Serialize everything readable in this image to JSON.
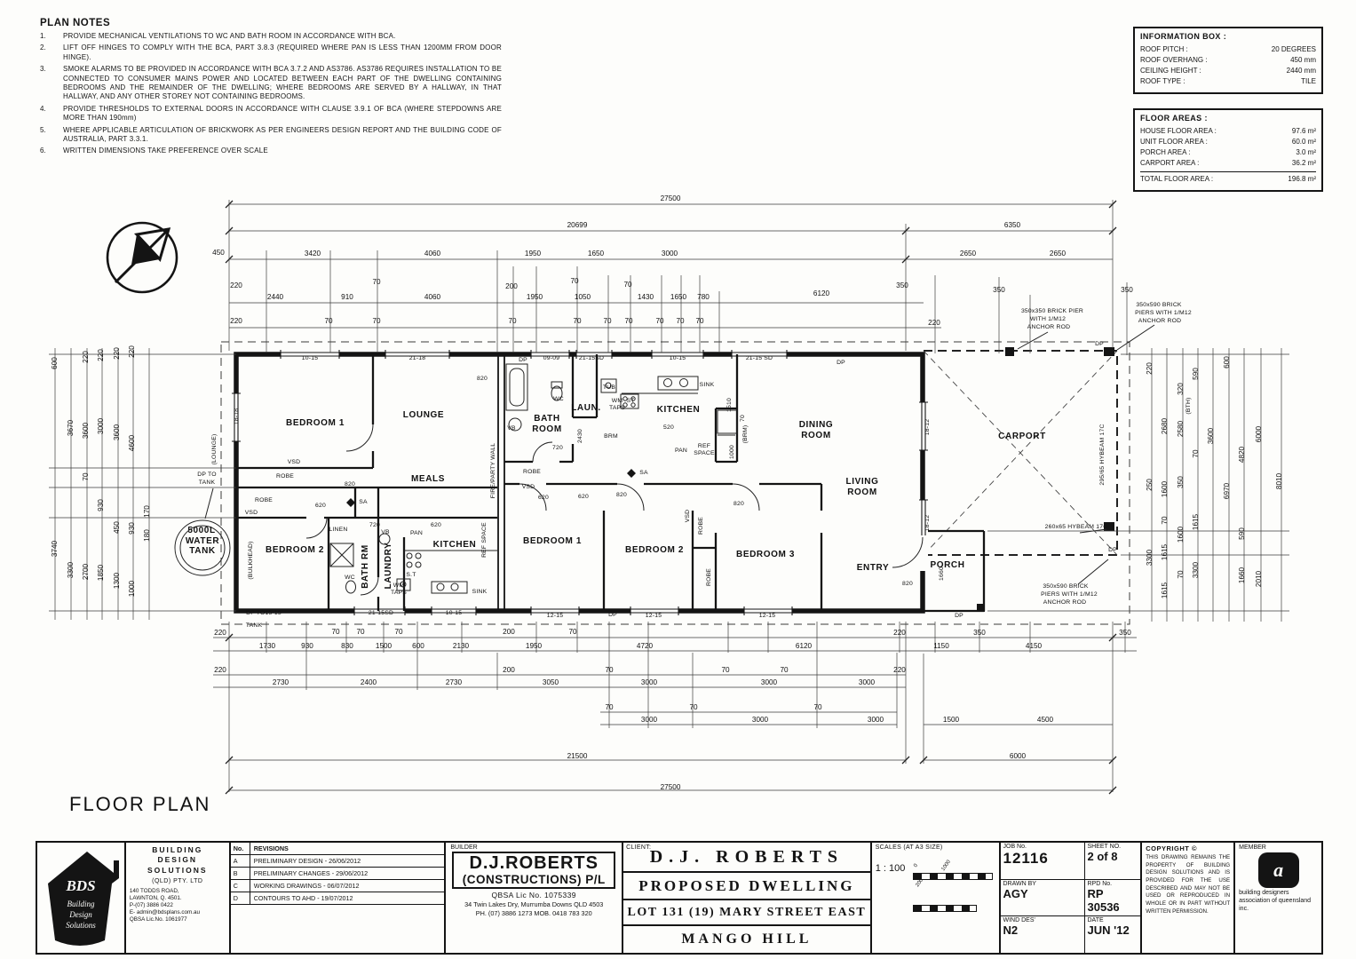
{
  "page": {
    "title": "FLOOR PLAN"
  },
  "plan_notes": {
    "title": "PLAN NOTES",
    "items": [
      {
        "num": "1.",
        "text": "PROVIDE MECHANICAL VENTILATIONS TO WC AND BATH ROOM IN ACCORDANCE WITH BCA."
      },
      {
        "num": "2.",
        "text": "LIFT OFF HINGES TO COMPLY WITH THE BCA, PART 3.8.3 (REQUIRED WHERE PAN IS LESS THAN 1200MM FROM DOOR HINGE)."
      },
      {
        "num": "3.",
        "text": "SMOKE ALARMS TO BE PROVIDED IN ACCORDANCE WITH BCA 3.7.2 AND AS3786. AS3786 REQUIRES INSTALLATION TO BE CONNECTED TO CONSUMER MAINS POWER AND LOCATED BETWEEN EACH PART OF THE DWELLING CONTAINING BEDROOMS AND THE REMAINDER OF THE DWELLING; WHERE BEDROOMS ARE SERVED BY A HALLWAY, IN THAT HALLWAY, AND ANY OTHER STOREY NOT CONTAINING BEDROOMS."
      },
      {
        "num": "4.",
        "text": "PROVIDE THRESHOLDS TO EXTERNAL DOORS IN ACCORDANCE WITH CLAUSE 3.9.1 OF BCA (WHERE STEPDOWNS ARE MORE THAN 190mm)"
      },
      {
        "num": "5.",
        "text": "WHERE APPLICABLE ARTICULATION OF BRICKWORK AS PER ENGINEERS DESIGN REPORT AND THE BUILDING CODE OF AUSTRALIA, PART 3.3.1."
      },
      {
        "num": "6.",
        "text": "WRITTEN DIMENSIONS TAKE PREFERENCE OVER SCALE"
      }
    ]
  },
  "information_box": {
    "title": "INFORMATION BOX :",
    "rows": [
      {
        "label": "ROOF PITCH :",
        "value": "20 DEGREES"
      },
      {
        "label": "ROOF OVERHANG :",
        "value": "450 mm"
      },
      {
        "label": "CEILING HEIGHT :",
        "value": "2440 mm"
      },
      {
        "label": "ROOF TYPE :",
        "value": "TILE"
      }
    ]
  },
  "floor_areas": {
    "title": "FLOOR AREAS :",
    "rows": [
      {
        "label": "HOUSE FLOOR AREA :",
        "value": "97.6 m²"
      },
      {
        "label": "UNIT FLOOR AREA :",
        "value": "60.0 m²"
      },
      {
        "label": "PORCH AREA :",
        "value": "3.0 m²"
      },
      {
        "label": "CARPORT AREA :",
        "value": "36.2 m²"
      }
    ],
    "total": {
      "label": "TOTAL FLOOR AREA :",
      "value": "196.8 m²"
    }
  },
  "drawing": {
    "rooms": [
      [
        "BEDROOM 1",
        355,
        479
      ],
      [
        "LOUNGE",
        477,
        470
      ],
      [
        "BATH",
        616,
        474
      ],
      [
        "ROOM",
        616,
        486
      ],
      [
        "LAUN.",
        660,
        462
      ],
      [
        "KITCHEN",
        764,
        464
      ],
      [
        "DINING",
        919,
        481
      ],
      [
        "ROOM",
        919,
        493
      ],
      [
        "CARPORT",
        1151,
        494
      ],
      [
        "MEALS",
        482,
        542
      ],
      [
        "LIVING",
        971,
        545
      ],
      [
        "ROOM",
        971,
        557
      ],
      [
        "BEDROOM 2",
        332,
        622
      ],
      [
        "KITCHEN",
        512,
        616
      ],
      [
        "BEDROOM 1",
        622,
        612
      ],
      [
        "BEDROOM 2",
        737,
        622
      ],
      [
        "BEDROOM 3",
        862,
        627
      ],
      [
        "ENTRY",
        983,
        642
      ],
      [
        "PORCH",
        1067,
        639
      ],
      [
        "BATH RM",
        414,
        638,
        -90
      ],
      [
        "LAUNDRY",
        440,
        637,
        -90
      ],
      [
        "WATER",
        228,
        612
      ],
      [
        "TANK",
        228,
        623
      ],
      [
        "5000L",
        227,
        600
      ]
    ],
    "annos": [
      [
        "10-15",
        349,
        405
      ],
      [
        "21-18",
        470,
        405
      ],
      [
        "DP",
        589,
        407
      ],
      [
        "09-09",
        621,
        405
      ],
      [
        "21-15SD",
        666,
        405
      ],
      [
        "10-15",
        763,
        405
      ],
      [
        "21-15 SD",
        855,
        405
      ],
      [
        "DP",
        947,
        410
      ],
      [
        "DP",
        1238,
        389
      ],
      [
        "DP",
        1253,
        621
      ],
      [
        "18-18",
        268,
        469,
        -90
      ],
      [
        "(LOUNGE)",
        243,
        506,
        -90
      ],
      [
        "DP TO",
        233,
        536
      ],
      [
        "TANK",
        233,
        545
      ],
      [
        "(BULKHEAD)",
        284,
        631,
        -90
      ],
      [
        "18-12",
        1046,
        481,
        -90
      ],
      [
        "18-12",
        1046,
        589,
        -90
      ],
      [
        "FIRE/PARTY WALL",
        557,
        530,
        -90
      ],
      [
        "DP TO15-15",
        297,
        692
      ],
      [
        "TANK",
        286,
        706
      ],
      [
        "21-15SD",
        429,
        692
      ],
      [
        "10-15",
        511,
        692
      ],
      [
        "12-15",
        625,
        695
      ],
      [
        "DP",
        690,
        694
      ],
      [
        "12-15",
        736,
        695
      ],
      [
        "12-15",
        864,
        695
      ],
      [
        "DP",
        1080,
        695
      ],
      [
        "WC",
        629,
        451
      ],
      [
        "VB",
        576,
        484
      ],
      [
        "TUB",
        686,
        438
      ],
      [
        "WM",
        695,
        453
      ],
      [
        "TAPS",
        695,
        461
      ],
      [
        "ST",
        710,
        453
      ],
      [
        "SINK",
        796,
        435
      ],
      [
        "BRM",
        688,
        493
      ],
      [
        "PAN",
        767,
        509
      ],
      [
        "REF",
        793,
        504
      ],
      [
        "SPACE",
        793,
        512
      ],
      [
        "ROBE",
        599,
        533
      ],
      [
        "VSD",
        595,
        550
      ],
      [
        "SA",
        725,
        534
      ],
      [
        "VSD",
        331,
        522
      ],
      [
        "ROBE",
        321,
        538
      ],
      [
        "ROBE",
        297,
        565
      ],
      [
        "VSD",
        283,
        579
      ],
      [
        "SA",
        409,
        567
      ],
      [
        "LINEN",
        381,
        598
      ],
      [
        "VB",
        434,
        601
      ],
      [
        "PAN",
        469,
        602
      ],
      [
        "WC",
        394,
        652
      ],
      [
        "S.T",
        463,
        649
      ],
      [
        "WM",
        449,
        661
      ],
      [
        "TAPS",
        449,
        669
      ],
      [
        "SINK",
        540,
        668
      ],
      [
        "REF SPACE",
        547,
        608,
        -90
      ],
      [
        "VSD",
        776,
        581,
        -90
      ],
      [
        "ROBE",
        791,
        592,
        -90
      ],
      [
        "ROBE",
        800,
        650,
        -90
      ],
      [
        "820",
        543,
        428
      ],
      [
        "720",
        628,
        506
      ],
      [
        "2430",
        655,
        491,
        -90
      ],
      [
        "520",
        753,
        483
      ],
      [
        "1510",
        823,
        456,
        -90
      ],
      [
        "70",
        838,
        471,
        -90
      ],
      [
        "1000",
        826,
        509,
        -90
      ],
      [
        "(BRM)",
        841,
        489,
        -90
      ],
      [
        "(BTH)",
        1340,
        457,
        -90
      ],
      [
        "820",
        394,
        547
      ],
      [
        "620",
        361,
        571
      ],
      [
        "720",
        422,
        593
      ],
      [
        "620",
        491,
        593
      ],
      [
        "820",
        700,
        559
      ],
      [
        "620",
        657,
        561
      ],
      [
        "620",
        612,
        562
      ],
      [
        "820",
        832,
        569
      ],
      [
        "820",
        1022,
        659
      ],
      [
        "1660",
        1062,
        646,
        -90
      ],
      [
        "350x350 BRICK PIER",
        1185,
        352
      ],
      [
        "WITH 1/M12",
        1180,
        361
      ],
      [
        "ANCHOR ROD",
        1181,
        370
      ],
      [
        "350x590 BRICK",
        1305,
        345
      ],
      [
        "PIERS WITH 1/M12",
        1310,
        354
      ],
      [
        "ANCHOR ROD",
        1306,
        363
      ],
      [
        "295/65 HYBEAM 17C",
        1243,
        512,
        -90
      ],
      [
        "260x65 HYBEAM 17C",
        1212,
        595
      ],
      [
        "350x590 BRICK",
        1200,
        662
      ],
      [
        "PIERS WITH 1/M12",
        1204,
        671
      ],
      [
        "ANCHOR ROD",
        1199,
        680
      ]
    ],
    "dims": [
      [
        "27500",
        755,
        226
      ],
      [
        "20699",
        650,
        256
      ],
      [
        "6350",
        1140,
        256
      ],
      [
        "450",
        246,
        287
      ],
      [
        "3420",
        352,
        288
      ],
      [
        "4060",
        487,
        288
      ],
      [
        "1950",
        600,
        288
      ],
      [
        "1650",
        671,
        288
      ],
      [
        "3000",
        754,
        288
      ],
      [
        "2650",
        1090,
        288
      ],
      [
        "2650",
        1191,
        288
      ],
      [
        "220",
        266,
        324
      ],
      [
        "70",
        424,
        320
      ],
      [
        "200",
        576,
        325
      ],
      [
        "70",
        647,
        319
      ],
      [
        "70",
        707,
        323
      ],
      [
        "350",
        1016,
        324
      ],
      [
        "350",
        1125,
        329
      ],
      [
        "350",
        1269,
        329
      ],
      [
        "2440",
        310,
        337
      ],
      [
        "910",
        391,
        337
      ],
      [
        "4060",
        487,
        337
      ],
      [
        "1950",
        602,
        337
      ],
      [
        "1050",
        656,
        337
      ],
      [
        "1430",
        727,
        337
      ],
      [
        "1650",
        764,
        337
      ],
      [
        "780",
        792,
        337
      ],
      [
        "6120",
        925,
        333
      ],
      [
        "220",
        266,
        364
      ],
      [
        "70",
        370,
        364
      ],
      [
        "70",
        424,
        364
      ],
      [
        "70",
        577,
        364
      ],
      [
        "70",
        650,
        364
      ],
      [
        "70",
        684,
        364
      ],
      [
        "70",
        708,
        364
      ],
      [
        "70",
        743,
        364
      ],
      [
        "70",
        766,
        364
      ],
      [
        "70",
        788,
        364
      ],
      [
        "220",
        1052,
        366
      ],
      [
        "600",
        64,
        409,
        -90
      ],
      [
        "3740",
        64,
        618,
        -90
      ],
      [
        "3670",
        82,
        482,
        -90
      ],
      [
        "3300",
        82,
        642,
        -90
      ],
      [
        "220",
        99,
        402,
        -90
      ],
      [
        "3600",
        99,
        485,
        -90
      ],
      [
        "70",
        99,
        537,
        -90
      ],
      [
        "2700",
        99,
        644,
        -90
      ],
      [
        "220",
        116,
        400,
        -90
      ],
      [
        "3000",
        116,
        480,
        -90
      ],
      [
        "930",
        116,
        569,
        -90
      ],
      [
        "1850",
        116,
        645,
        -90
      ],
      [
        "220",
        134,
        398,
        -90
      ],
      [
        "3600",
        134,
        487,
        -90
      ],
      [
        "450",
        134,
        594,
        -90
      ],
      [
        "1300",
        134,
        654,
        -90
      ],
      [
        "220",
        151,
        396,
        -90
      ],
      [
        "4600",
        151,
        499,
        -90
      ],
      [
        "930",
        151,
        595,
        -90
      ],
      [
        "1000",
        151,
        663,
        -90
      ],
      [
        "170",
        168,
        576,
        -90
      ],
      [
        "180",
        168,
        603,
        -90
      ],
      [
        "220",
        1297,
        415,
        -90
      ],
      [
        "250",
        1297,
        546,
        -90
      ],
      [
        "3300",
        1297,
        628,
        -90
      ],
      [
        "2680",
        1314,
        480,
        -90
      ],
      [
        "1600",
        1314,
        551,
        -90
      ],
      [
        "70",
        1314,
        586,
        -90
      ],
      [
        "1615",
        1314,
        622,
        -90
      ],
      [
        "1615",
        1314,
        665,
        -90
      ],
      [
        "320",
        1332,
        438,
        -90
      ],
      [
        "2580",
        1332,
        483,
        -90
      ],
      [
        "350",
        1332,
        543,
        -90
      ],
      [
        "1600",
        1332,
        602,
        -90
      ],
      [
        "70",
        1332,
        647,
        -90
      ],
      [
        "590",
        1349,
        421,
        -90
      ],
      [
        "70",
        1349,
        511,
        -90
      ],
      [
        "1615",
        1349,
        588,
        -90
      ],
      [
        "3300",
        1349,
        642,
        -90
      ],
      [
        "3600",
        1366,
        491,
        -90
      ],
      [
        "600",
        1384,
        408,
        -90
      ],
      [
        "6970",
        1384,
        553,
        -90
      ],
      [
        "4820",
        1401,
        512,
        -90
      ],
      [
        "590",
        1401,
        601,
        -90
      ],
      [
        "1660",
        1401,
        648,
        -90
      ],
      [
        "6000",
        1420,
        489,
        -90
      ],
      [
        "2010",
        1420,
        652,
        -90
      ],
      [
        "8010",
        1443,
        542,
        -90
      ],
      [
        "220",
        248,
        715
      ],
      [
        "70",
        378,
        714
      ],
      [
        "70",
        406,
        714
      ],
      [
        "70",
        449,
        714
      ],
      [
        "200",
        573,
        714
      ],
      [
        "70",
        645,
        714
      ],
      [
        "220",
        1013,
        715
      ],
      [
        "350",
        1103,
        715
      ],
      [
        "350",
        1267,
        715
      ],
      [
        "1730",
        301,
        730
      ],
      [
        "930",
        346,
        730
      ],
      [
        "830",
        391,
        730
      ],
      [
        "1500",
        432,
        730
      ],
      [
        "600",
        471,
        730
      ],
      [
        "2130",
        519,
        730
      ],
      [
        "1950",
        601,
        730
      ],
      [
        "4720",
        726,
        730
      ],
      [
        "6120",
        905,
        730
      ],
      [
        "1150",
        1060,
        730
      ],
      [
        "4150",
        1164,
        730
      ],
      [
        "220",
        248,
        757
      ],
      [
        "200",
        573,
        757
      ],
      [
        "70",
        686,
        757
      ],
      [
        "70",
        817,
        757
      ],
      [
        "70",
        883,
        757
      ],
      [
        "220",
        1013,
        757
      ],
      [
        "2730",
        316,
        771
      ],
      [
        "2400",
        415,
        771
      ],
      [
        "2730",
        511,
        771
      ],
      [
        "3050",
        620,
        771
      ],
      [
        "3000",
        731,
        771
      ],
      [
        "3000",
        866,
        771
      ],
      [
        "3000",
        976,
        771
      ],
      [
        "70",
        686,
        799
      ],
      [
        "70",
        781,
        799
      ],
      [
        "70",
        921,
        799
      ],
      [
        "3000",
        731,
        813
      ],
      [
        "3000",
        856,
        813
      ],
      [
        "3000",
        986,
        813
      ],
      [
        "1500",
        1071,
        813
      ],
      [
        "4500",
        1177,
        813
      ],
      [
        "21500",
        650,
        854
      ],
      [
        "6000",
        1146,
        854
      ],
      [
        "27500",
        755,
        889
      ]
    ]
  },
  "title_block": {
    "company": {
      "name1": "BUILDING",
      "name2": "DESIGN",
      "name3": "SOLUTIONS",
      "name4": "(QLD) PTY. LTD",
      "addr1": "140 TODDS ROAD,",
      "addr2": "LAWNTON, Q. 4501.",
      "phone": "P-(07) 3886 0422",
      "email": "E- admin@bdsplans.com.au",
      "lic": "QBSA Lic.No. 1061977"
    },
    "logo_text": "BDS",
    "revisions": {
      "col_no": "No.",
      "col_rev": "REVISIONS",
      "rows": [
        {
          "no": "A",
          "text": "PRELIMINARY DESIGN - 26/06/2012"
        },
        {
          "no": "B",
          "text": "PRELIMINARY CHANGES - 29/06/2012"
        },
        {
          "no": "C",
          "text": "WORKING DRAWINGS - 06/07/2012"
        },
        {
          "no": "D",
          "text": "CONTOURS TO AHD - 19/07/2012"
        }
      ]
    },
    "builder": {
      "label": "BUILDER",
      "name": "D.J.ROBERTS",
      "name2": "(CONSTRUCTIONS) P/L",
      "lic": "QBSA Lic No. 1075339",
      "addr": "34 Twin Lakes Dry, Murrumba Downs QLD 4503",
      "phone": "PH. (07) 3886 1273    MOB. 0418 783 320"
    },
    "client": {
      "label": "CLIENT:",
      "name": "D.J.  ROBERTS",
      "line1": "PROPOSED  DWELLING",
      "line2": "LOT 131 (19) MARY STREET EAST",
      "line3": "MANGO  HILL"
    },
    "scales": {
      "label": "SCALES (AT A3 SIZE)",
      "value": "1 : 100",
      "marks": [
        "0",
        "1000",
        "2000"
      ]
    },
    "job": {
      "label": "JOB No.",
      "value": "12116"
    },
    "sheet": {
      "label": "SHEET NO.",
      "value": "2 of 8"
    },
    "drawn": {
      "label": "DRAWN BY",
      "value": "AGY"
    },
    "rpd": {
      "label": "RPD No.",
      "value": "RP 30536"
    },
    "wind": {
      "label": "WIND DES'",
      "value": "N2"
    },
    "date": {
      "label": "DATE",
      "value": "JUN '12"
    },
    "copyright": {
      "label": "COPYRIGHT",
      "symbol": "©",
      "text": "THIS DRAWING REMAINS THE PROPERTY OF BUILDING DESIGN SOLUTIONS AND IS PROVIDED FOR THE USE DESCRIBED AND MAY NOT BE USED OR REPRODUCED IN WHOLE OR IN PART WITHOUT WRITTEN PERMISSION."
    },
    "member": {
      "label": "MEMBER",
      "logo": "a",
      "text": "building designers association of queensland inc."
    }
  }
}
